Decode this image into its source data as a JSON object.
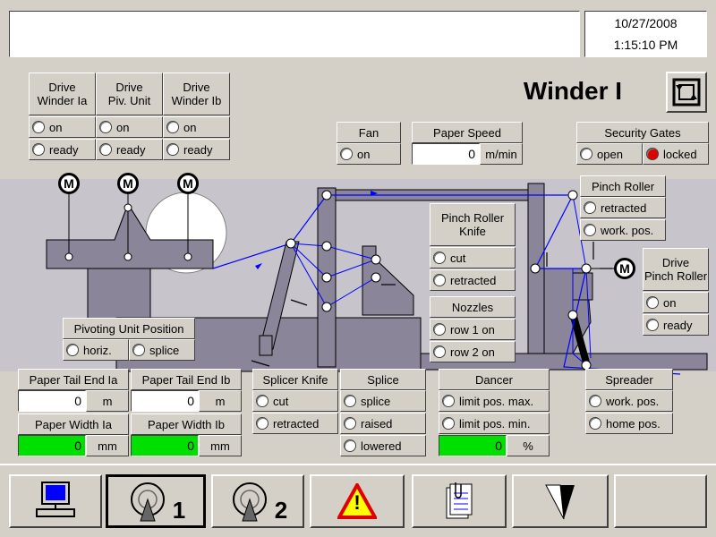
{
  "header": {
    "date": "10/27/2008",
    "time": "1:15:10 PM",
    "message": ""
  },
  "title": "Winder I",
  "drives": [
    {
      "label": "Drive\nWinder Ia",
      "on": "on",
      "ready": "ready"
    },
    {
      "label": "Drive\nPiv. Unit",
      "on": "on",
      "ready": "ready"
    },
    {
      "label": "Drive\nWinder Ib",
      "on": "on",
      "ready": "ready"
    }
  ],
  "fan": {
    "label": "Fan",
    "on": "on"
  },
  "paper_speed": {
    "label": "Paper Speed",
    "value": "0",
    "unit": "m/min"
  },
  "security_gates": {
    "label": "Security Gates",
    "open": "open",
    "locked": "locked"
  },
  "pinch_roller": {
    "label": "Pinch Roller",
    "retracted": "retracted",
    "work": "work. pos."
  },
  "pinch_roller_knife": {
    "label": "Pinch Roller\nKnife",
    "cut": "cut",
    "retracted": "retracted"
  },
  "nozzles": {
    "label": "Nozzles",
    "row1": "row 1 on",
    "row2": "row 2 on"
  },
  "drive_pinch_roller": {
    "label": "Drive\nPinch Roller",
    "on": "on",
    "ready": "ready"
  },
  "pivoting_unit": {
    "label": "Pivoting Unit Position",
    "horiz": "horiz.",
    "splice": "splice"
  },
  "tail_ia": {
    "label": "Paper Tail End Ia",
    "value": "0",
    "unit": "m"
  },
  "tail_ib": {
    "label": "Paper Tail End Ib",
    "value": "0",
    "unit": "m"
  },
  "width_ia": {
    "label": "Paper Width Ia",
    "value": "0",
    "unit": "mm"
  },
  "width_ib": {
    "label": "Paper Width Ib",
    "value": "0",
    "unit": "mm"
  },
  "splicer_knife": {
    "label": "Splicer Knife",
    "cut": "cut",
    "retracted": "retracted"
  },
  "splice": {
    "label": "Splice",
    "splice": "splice",
    "raised": "raised",
    "lowered": "lowered"
  },
  "dancer": {
    "label": "Dancer",
    "max": "limit pos. max.",
    "min": "limit pos. min.",
    "value": "0",
    "unit": "%"
  },
  "spreader": {
    "label": "Spreader",
    "work": "work. pos.",
    "home": "home pos."
  },
  "motor_label": "M",
  "nav": {
    "winder1": "1",
    "winder2": "2",
    "warning": "!"
  },
  "colors": {
    "background": "#d4d0c8",
    "green": "#00e000",
    "red": "#e00000",
    "machine": "#8a8599",
    "paper_line": "#0000ff"
  }
}
